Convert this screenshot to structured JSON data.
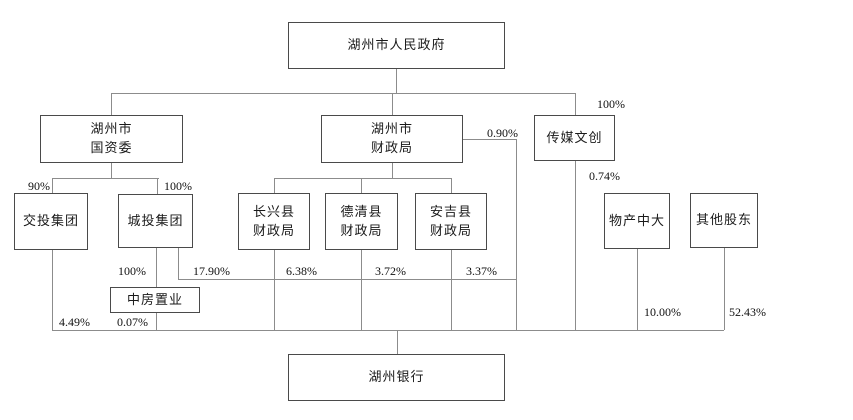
{
  "nodes": {
    "gov": {
      "label": "湖州市人民政府"
    },
    "sasac": {
      "label": "湖州市\n国资委"
    },
    "finance": {
      "label": "湖州市\n财政局"
    },
    "media": {
      "label": "传媒文创"
    },
    "jiaotou": {
      "label": "交投集团"
    },
    "chengtou": {
      "label": "城投集团"
    },
    "changxing": {
      "label": "长兴县\n财政局"
    },
    "deqing": {
      "label": "德清县\n财政局"
    },
    "anji": {
      "label": "安吉县\n财政局"
    },
    "wuchan": {
      "label": "物产中大"
    },
    "others": {
      "label": "其他股东"
    },
    "zhongfang": {
      "label": "中房置业"
    },
    "bank": {
      "label": "湖州银行"
    }
  },
  "ownership": {
    "gov_to_media": "100%",
    "sasac_to_jiaotou": "90%",
    "sasac_to_chengtou": "100%",
    "finance_direct_stake": "0.90%",
    "media_stake": "0.74%",
    "chengtou_to_zhongfang": "100%",
    "chengtou_stake": "17.90%",
    "changxing_stake": "6.38%",
    "deqing_stake": "3.72%",
    "anji_stake": "3.37%",
    "jiaotou_stake": "4.49%",
    "zhongfang_stake": "0.07%",
    "wuchan_stake": "10.00%",
    "others_stake": "52.43%"
  },
  "colors": {
    "box_border": "#4a4a4a",
    "connector": "#8c8c8c",
    "text": "#1a1a1a"
  }
}
